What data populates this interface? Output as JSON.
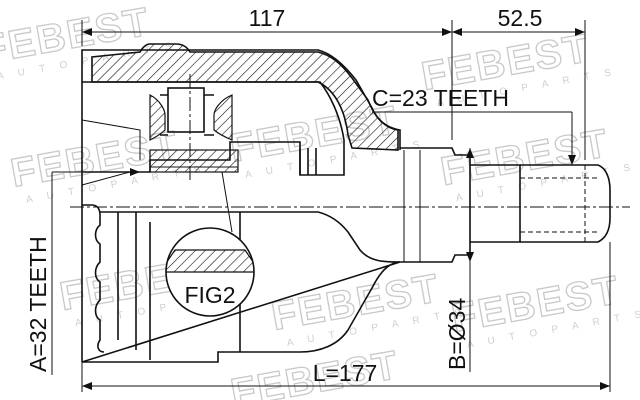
{
  "dimensions": {
    "top_length": "117",
    "shaft_length": "52.5",
    "outer_splines": "C=23 TEETH",
    "inner_splines": "A=32 TEETH",
    "shaft_diameter": "B=Ø34",
    "total_length": "L=177"
  },
  "callout": {
    "label": "FIG2"
  },
  "watermark": {
    "brand": "FEBEST",
    "sub": "A U T O   P A R T S"
  },
  "colors": {
    "ink": "#111111",
    "watermark": "#c9c9c9",
    "background": "#ffffff"
  }
}
